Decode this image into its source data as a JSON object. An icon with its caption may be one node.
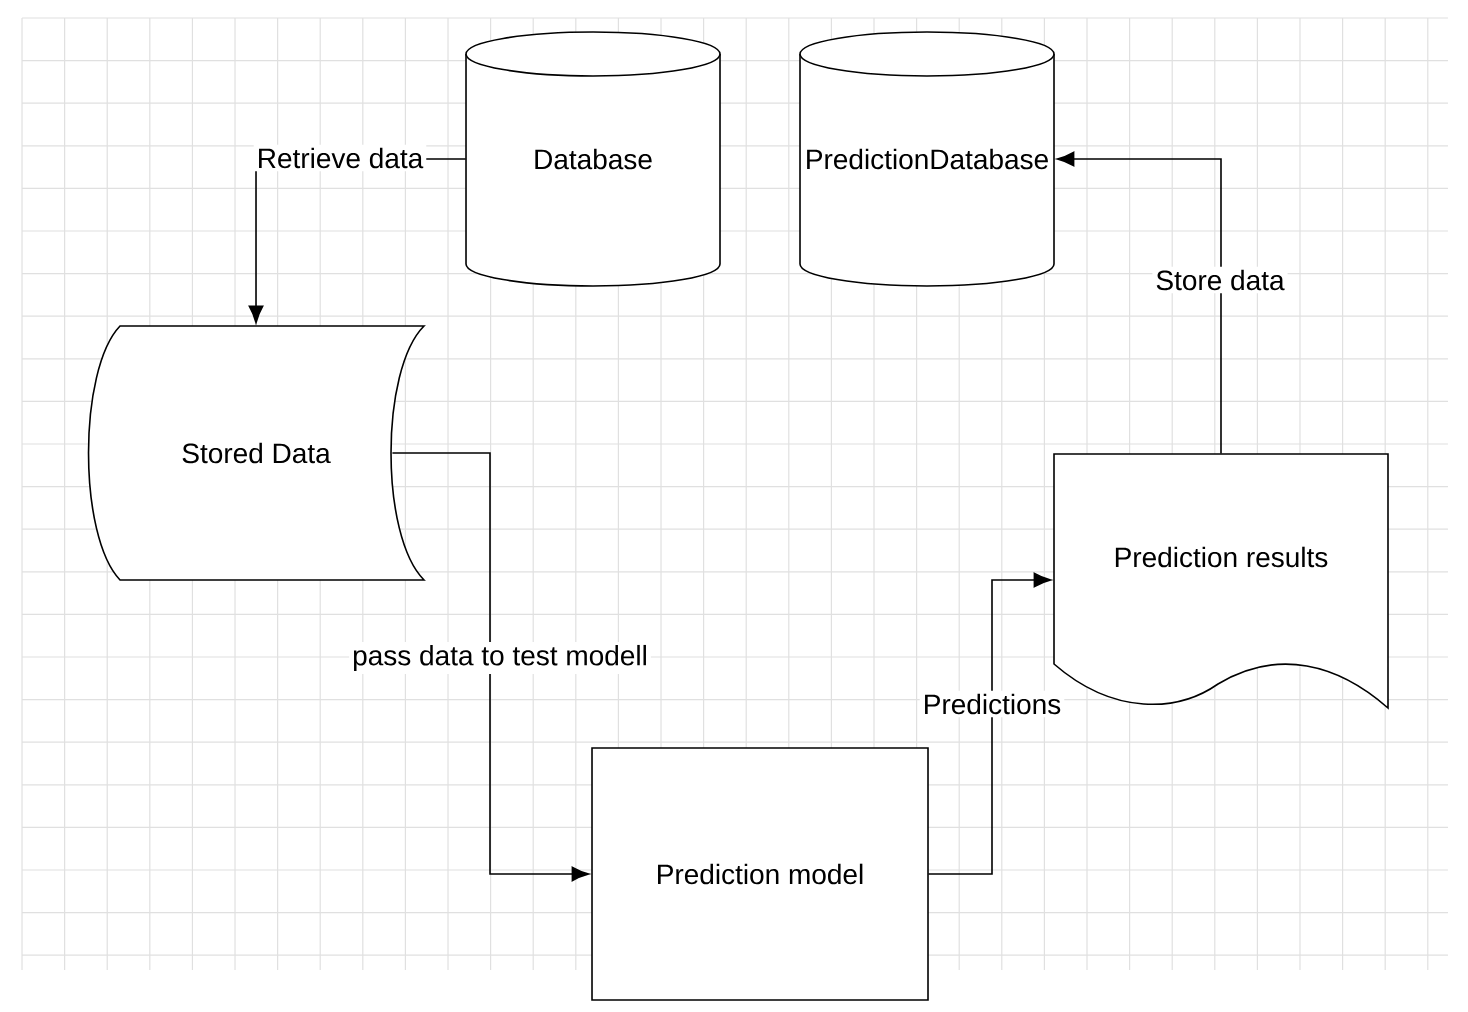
{
  "diagram": {
    "nodes": [
      {
        "text": [
          "Database"
        ]
      },
      {
        "text": [
          "PredictionDatabase"
        ]
      },
      {
        "text": [
          "Stored Data"
        ]
      },
      {
        "text": [
          "Prediction model"
        ]
      },
      {
        "text": [
          "Prediction results"
        ]
      }
    ],
    "edges": [
      {
        "from": 0,
        "to": 2,
        "arrow": "to",
        "label": "Retrieve data"
      },
      {
        "from": 2,
        "to": 3,
        "arrow": "to",
        "label": "pass data to test modell"
      },
      {
        "from": 3,
        "to": 4,
        "arrow": "to",
        "label": "Predictions"
      },
      {
        "from": 4,
        "to": 1,
        "arrow": "to",
        "label": "Store data"
      }
    ]
  }
}
